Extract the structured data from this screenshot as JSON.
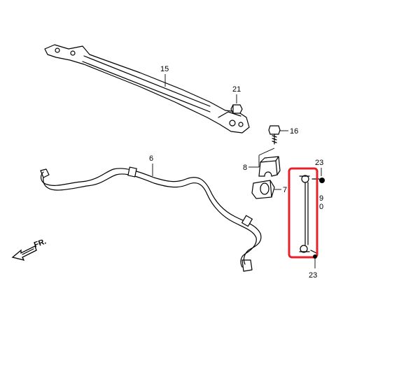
{
  "callouts": {
    "p15": "15",
    "p21": "21",
    "p16": "16",
    "p6": "6",
    "p8": "8",
    "p7": "7",
    "p23_top": "23",
    "p9": "9",
    "p10": "0",
    "p23_bottom": "23"
  },
  "direction_label": "FR.",
  "highlight_color": "#e8202a"
}
